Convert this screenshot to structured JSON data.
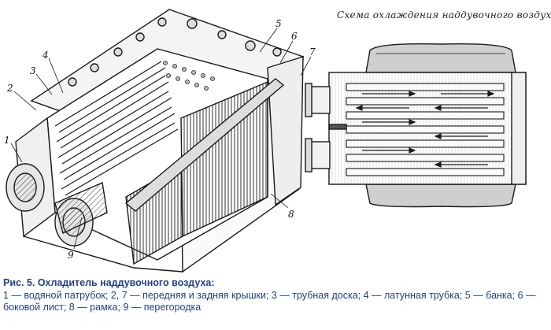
{
  "scheme_title": "Схема охлаждения наддувочного воздуха",
  "part_numbers": [
    "1",
    "2",
    "3",
    "4",
    "5",
    "6",
    "7",
    "8",
    "9"
  ],
  "caption": {
    "title": "Рис. 5. Охладитель наддувочного воздуха:",
    "text": "1 — водяной патрубок; 2, 7 — передняя и задняя крышки; 3 — трубная доска; 4 — латунная трубка; 5 — банка; 6 — боковой лист; 8 — рамка; 9 — перегородка"
  },
  "colors": {
    "ink": "#1a1a1a",
    "caption": "#1f3f86"
  }
}
